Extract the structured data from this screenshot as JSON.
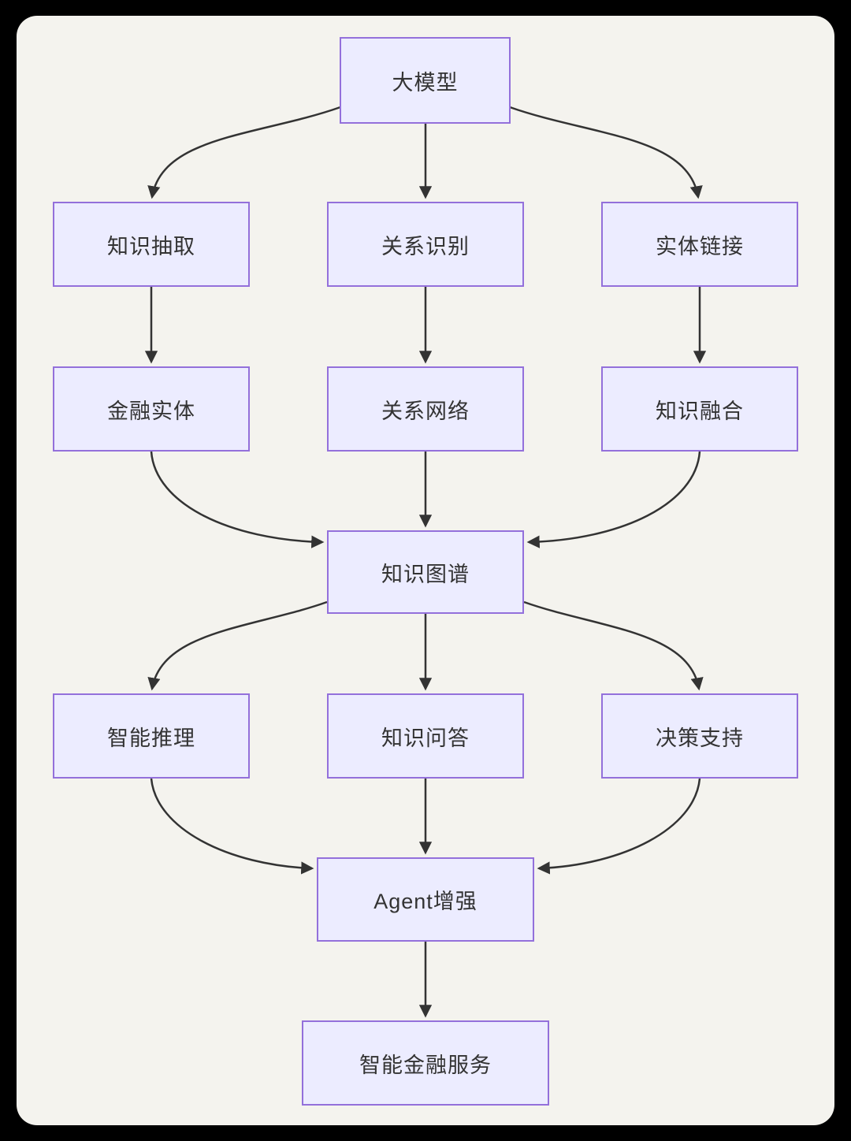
{
  "diagram": {
    "type": "flowchart",
    "direction": "top-down",
    "colors": {
      "canvas_frame": "#000000",
      "background": "#f4f3ee",
      "node_fill": "#ececff",
      "node_border": "#9370db",
      "edge": "#333333",
      "text": "#333333"
    },
    "nodes": [
      {
        "id": "model",
        "label": "大模型"
      },
      {
        "id": "extract",
        "label": "知识抽取"
      },
      {
        "id": "relation",
        "label": "关系识别"
      },
      {
        "id": "link",
        "label": "实体链接"
      },
      {
        "id": "entity",
        "label": "金融实体"
      },
      {
        "id": "network",
        "label": "关系网络"
      },
      {
        "id": "fusion",
        "label": "知识融合"
      },
      {
        "id": "kg",
        "label": "知识图谱"
      },
      {
        "id": "reason",
        "label": "智能推理"
      },
      {
        "id": "qa",
        "label": "知识问答"
      },
      {
        "id": "decision",
        "label": "决策支持"
      },
      {
        "id": "agent",
        "label": "Agent增强"
      },
      {
        "id": "service",
        "label": "智能金融服务"
      }
    ],
    "edges": [
      {
        "from": "大模型",
        "to": "知识抽取"
      },
      {
        "from": "大模型",
        "to": "关系识别"
      },
      {
        "from": "大模型",
        "to": "实体链接"
      },
      {
        "from": "知识抽取",
        "to": "金融实体"
      },
      {
        "from": "关系识别",
        "to": "关系网络"
      },
      {
        "from": "实体链接",
        "to": "知识融合"
      },
      {
        "from": "金融实体",
        "to": "知识图谱"
      },
      {
        "from": "关系网络",
        "to": "知识图谱"
      },
      {
        "from": "知识融合",
        "to": "知识图谱"
      },
      {
        "from": "知识图谱",
        "to": "智能推理"
      },
      {
        "from": "知识图谱",
        "to": "知识问答"
      },
      {
        "from": "知识图谱",
        "to": "决策支持"
      },
      {
        "from": "智能推理",
        "to": "Agent增强"
      },
      {
        "from": "知识问答",
        "to": "Agent增强"
      },
      {
        "from": "决策支持",
        "to": "Agent增强"
      },
      {
        "from": "Agent增强",
        "to": "智能金融服务"
      }
    ]
  }
}
